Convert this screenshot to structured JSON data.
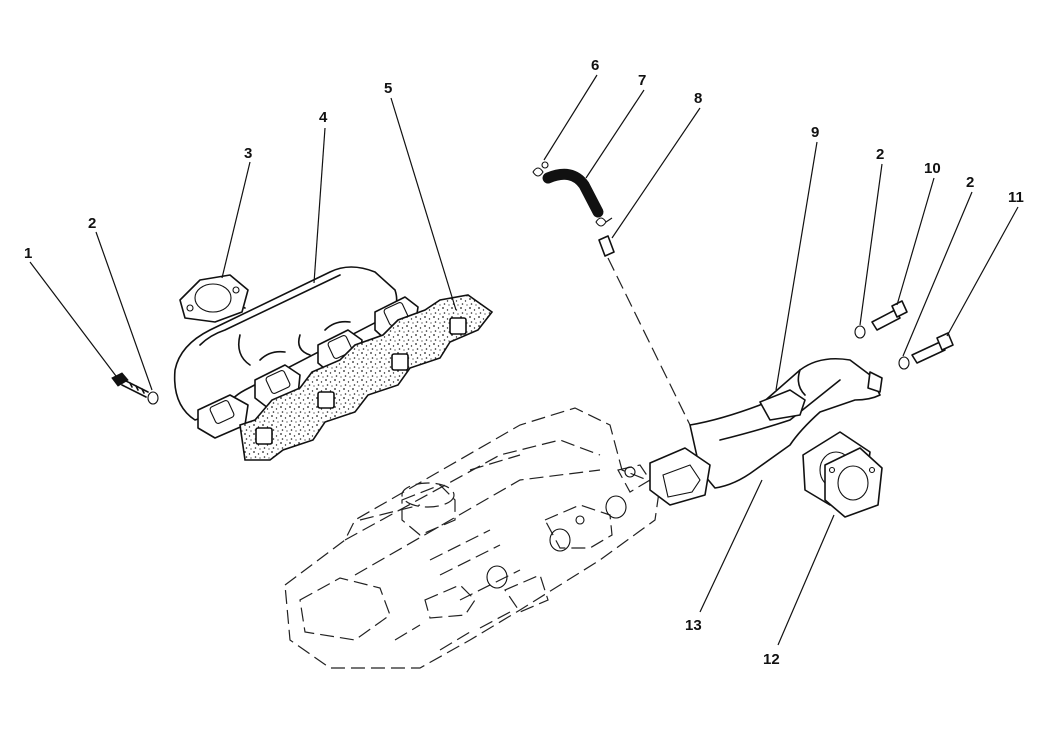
{
  "diagram": {
    "callouts": [
      {
        "id": "c1",
        "label": "1"
      },
      {
        "id": "c2a",
        "label": "2"
      },
      {
        "id": "c3",
        "label": "3"
      },
      {
        "id": "c4",
        "label": "4"
      },
      {
        "id": "c5",
        "label": "5"
      },
      {
        "id": "c6",
        "label": "6"
      },
      {
        "id": "c7",
        "label": "7"
      },
      {
        "id": "c8",
        "label": "8"
      },
      {
        "id": "c9",
        "label": "9"
      },
      {
        "id": "c2b",
        "label": "2"
      },
      {
        "id": "c10",
        "label": "10"
      },
      {
        "id": "c2c",
        "label": "2"
      },
      {
        "id": "c11",
        "label": "11"
      },
      {
        "id": "c13",
        "label": "13"
      },
      {
        "id": "c12",
        "label": "12"
      }
    ]
  }
}
